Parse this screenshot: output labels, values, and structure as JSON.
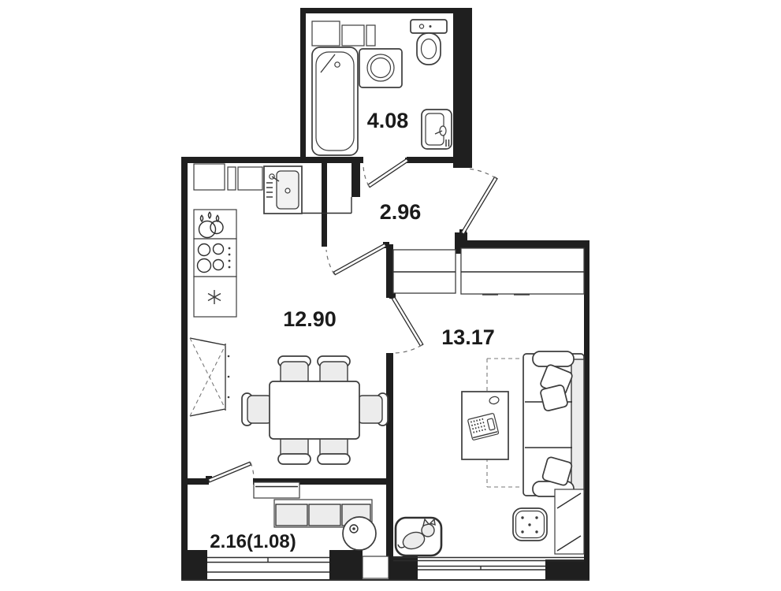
{
  "colors": {
    "wall": "#1f1f1f",
    "line": "#3c3c3c",
    "light_fill": "#ececec",
    "background": "#ffffff",
    "text": "#1b1b1b"
  },
  "floor_plan": {
    "rooms": [
      {
        "id": "bathroom",
        "area_label": "4.08",
        "icons": [
          "bathtub-icon",
          "bath-faucet-icon",
          "washing-machine-icon",
          "wall-cabinets-icon",
          "toilet-icon",
          "wash-basin-icon",
          "door-swing-icon"
        ]
      },
      {
        "id": "hallway",
        "area_label": "2.96",
        "icons": [
          "entrance-door-swing-icon",
          "wardrobe-hatch-icon"
        ]
      },
      {
        "id": "kitchen_living",
        "area_label": "12.90",
        "icons": [
          "kitchen-cabinets-icon",
          "kitchen-sink-icon",
          "drops-sink-icon",
          "cooktop-icon",
          "fridge-snowflake-icon",
          "tv-icon",
          "dining-table-icon",
          "chair-icon",
          "door-swing-icon"
        ]
      },
      {
        "id": "bedroom",
        "area_label": "13.17",
        "icons": [
          "wardrobe-hatch-icon",
          "sofa-icon",
          "pillow-icon",
          "desk-icon",
          "laptop-icon",
          "mouse-icon",
          "sofa-bed-outline-icon",
          "ottoman-icon",
          "pet-bed-icon",
          "cat-icon",
          "corner-cabinet-icon",
          "window-icon"
        ]
      },
      {
        "id": "balcony",
        "area_label": "2.16(1.08)",
        "icons": [
          "shoe-cabinet-icon",
          "bench-icon",
          "round-table-icon",
          "glazing-icon"
        ]
      }
    ]
  }
}
